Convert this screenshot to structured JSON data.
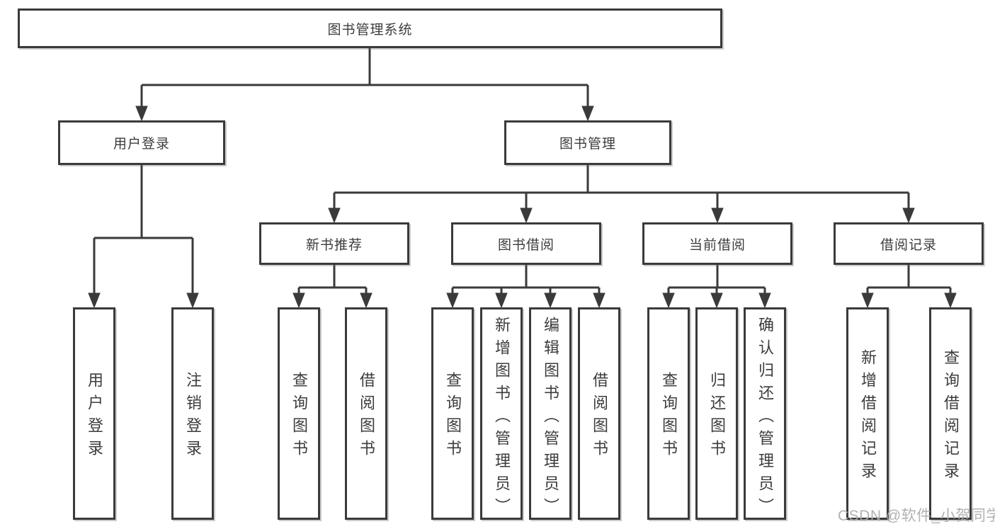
{
  "diagram": {
    "root": {
      "label": "图书管理系统"
    },
    "level2": [
      {
        "label": "用户登录"
      },
      {
        "label": "图书管理"
      }
    ],
    "level3": [
      {
        "label": "新书推荐"
      },
      {
        "label": "图书借阅"
      },
      {
        "label": "当前借阅"
      },
      {
        "label": "借阅记录"
      }
    ],
    "level4_groups": [
      {
        "items": [
          {
            "label": "用户登录"
          },
          {
            "label": "注销登录"
          }
        ]
      },
      {
        "items": [
          {
            "label": "查询图书"
          },
          {
            "label": "借阅图书"
          }
        ]
      },
      {
        "items": [
          {
            "label": "查询图书"
          },
          {
            "label": "新增图书（管理员）"
          },
          {
            "label": "编辑图书（管理员）"
          },
          {
            "label": "借阅图书"
          }
        ]
      },
      {
        "items": [
          {
            "label": "查询图书"
          },
          {
            "label": "归还图书"
          },
          {
            "label": "确认归还（管理员）"
          }
        ]
      },
      {
        "items": [
          {
            "label": "新增借阅记录"
          },
          {
            "label": "查询借阅记录"
          }
        ]
      }
    ]
  },
  "watermark": {
    "text": "CSDN @软件_小贺同学"
  },
  "colors": {
    "line_color": "#3a3a3a",
    "text_color": "#3c3c3c",
    "box_bg": "#ffffff",
    "bg_color": "#ffffff",
    "watermark_color": "#ababab"
  }
}
